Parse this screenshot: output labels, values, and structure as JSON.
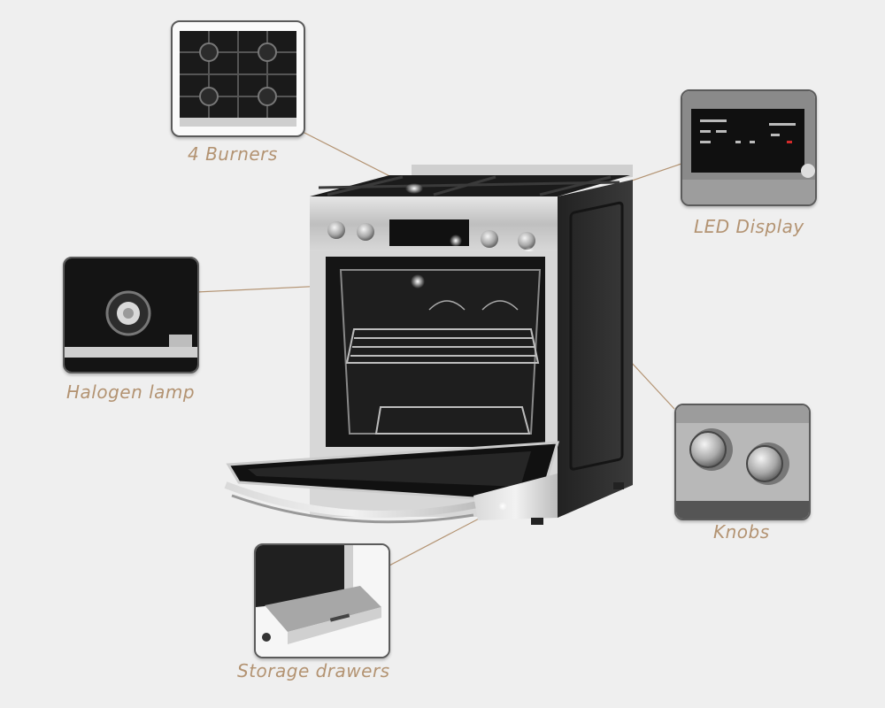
{
  "features": {
    "burners": {
      "label": "4 Burners",
      "icon": "burner-grate-icon"
    },
    "led_display": {
      "label": "LED Display",
      "icon": "control-panel-icon"
    },
    "halogen_lamp": {
      "label": "Halogen lamp",
      "icon": "lamp-icon"
    },
    "knobs": {
      "label": "Knobs",
      "icon": "knob-icon"
    },
    "storage_drawers": {
      "label": "Storage drawers",
      "icon": "drawer-icon"
    }
  },
  "colors": {
    "background": "#efefef",
    "label": "#b39372",
    "leader_line": "#b39372",
    "thumbnail_border": "#5b5b5b",
    "stainless": "#c9c9c9",
    "oven_body": "#2a2a2a"
  }
}
